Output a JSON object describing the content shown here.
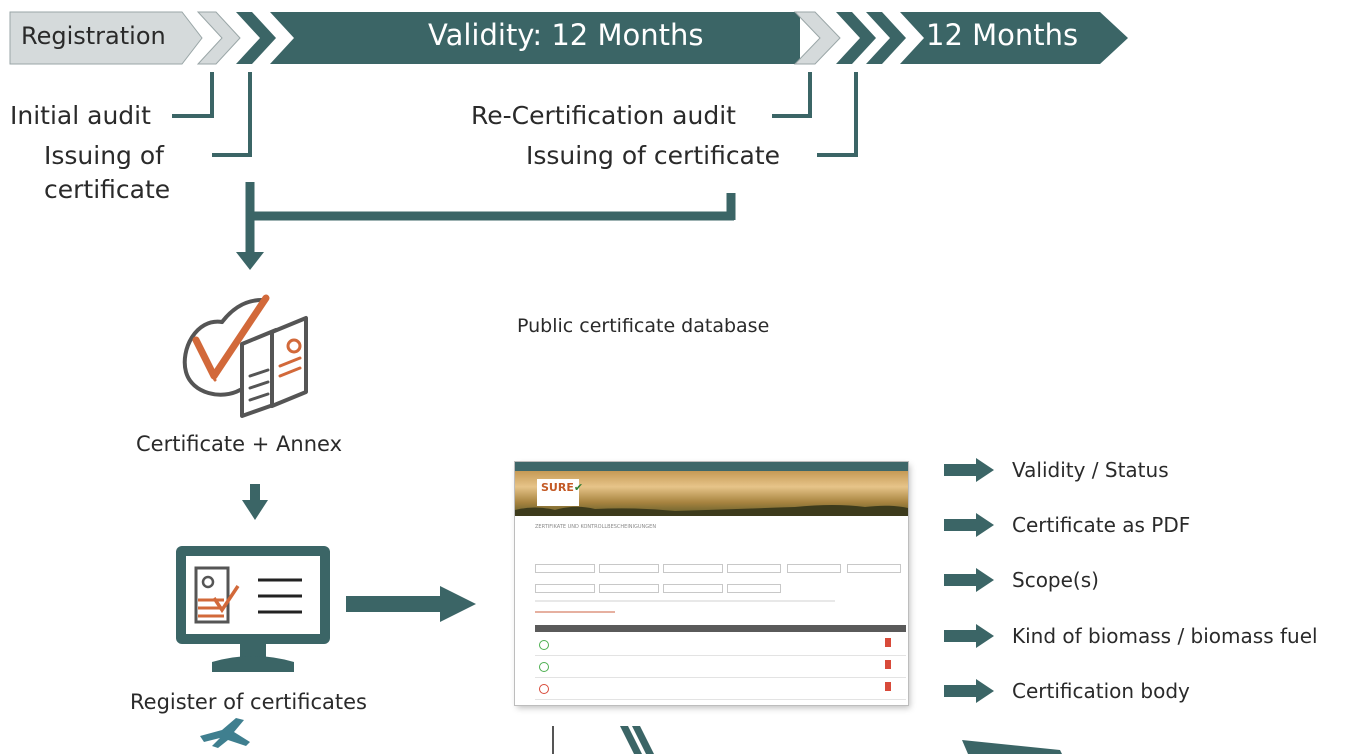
{
  "banner": {
    "registration": "Registration",
    "validity": "Validity: 12 Months",
    "next_period": "12 Months"
  },
  "labels": {
    "initial_audit": "Initial audit",
    "issuing_left": "Issuing of\ncertificate",
    "recert_audit": "Re-Certification audit",
    "issuing_right": "Issuing of certificate",
    "public_db": "Public certificate database",
    "certificate_annex": "Certificate + Annex",
    "register": "Register of certificates"
  },
  "features": [
    "Validity / Status",
    "Certificate as PDF",
    "Scope(s)",
    "Kind of biomass / biomass fuel",
    "Certification body"
  ],
  "screenshot": {
    "logo": "SURE",
    "heading": "ZERTIFIKATE UND KONTROLLBESCHEINIGUNGEN"
  },
  "colors": {
    "teal": "#3b6566",
    "light_arrow": "#d5dadb",
    "orange": "#d2693a"
  }
}
